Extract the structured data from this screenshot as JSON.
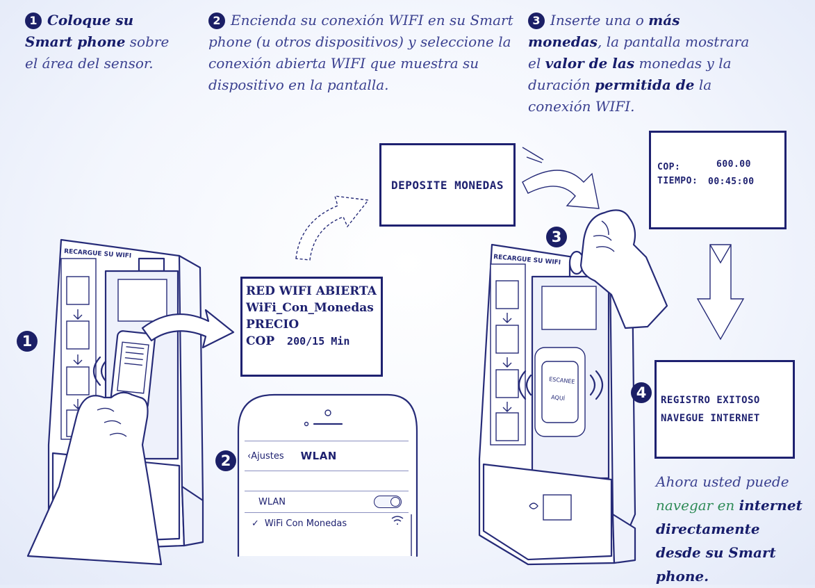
{
  "steps": {
    "s1": {
      "number": "1",
      "text_bold": "Coloque su Smart phone",
      "text_rest": " sobre el área del sensor."
    },
    "s2": {
      "number": "2",
      "text": "Encienda su conexión WIFI en su Smart phone (u otros dispositivos) y seleccione la conexión abierta WIFI que muestra su dispositivo en la pantalla."
    },
    "s3": {
      "number": "3",
      "text_a": "Inserte una o ",
      "text_b": "más monedas",
      "text_c": ", la pantalla mostrara el ",
      "text_d": "valor de las",
      "text_e": " monedas y la duración ",
      "text_f": "permitida de",
      "text_g": " la conexión WIFI."
    }
  },
  "screen_wifi": {
    "line1": "RED WIFI ABIERTA",
    "line2": "WiFi_Con_Monedas",
    "line3": "PRECIO",
    "line4_label": "COP",
    "line4_value": "200/15 Min"
  },
  "screen_deposit": {
    "text": "DEPOSITE MONEDAS"
  },
  "screen_status": {
    "cop_label": "COP:",
    "cop_value": "600.00",
    "time_label": "TIEMPO:",
    "time_value": "00:45:00"
  },
  "screen_success": {
    "line1": "REGISTRO EXITOSO",
    "line2": "NAVEGUE INTERNET"
  },
  "phone": {
    "back_label": "Ajustes",
    "title": "WLAN",
    "toggle_label": "WLAN",
    "network": "WiFi Con Monedas",
    "check": "✓"
  },
  "machine": {
    "header": "RECARGUE SU WIFI",
    "pad_label_1": "ESCANEE",
    "pad_label_2": "AQUÍ"
  },
  "badges": {
    "b1": "1",
    "b2": "2",
    "b3": "3",
    "b4": "4"
  },
  "final_text": {
    "a": "Ahora usted puede ",
    "b": "navegar en ",
    "c": "internet directamente desde su Smart phone."
  },
  "colors": {
    "ink": "#1c2272",
    "text_light": "#3b4190",
    "accent_green": "#2e8b57",
    "background": "#f3f6fd"
  }
}
